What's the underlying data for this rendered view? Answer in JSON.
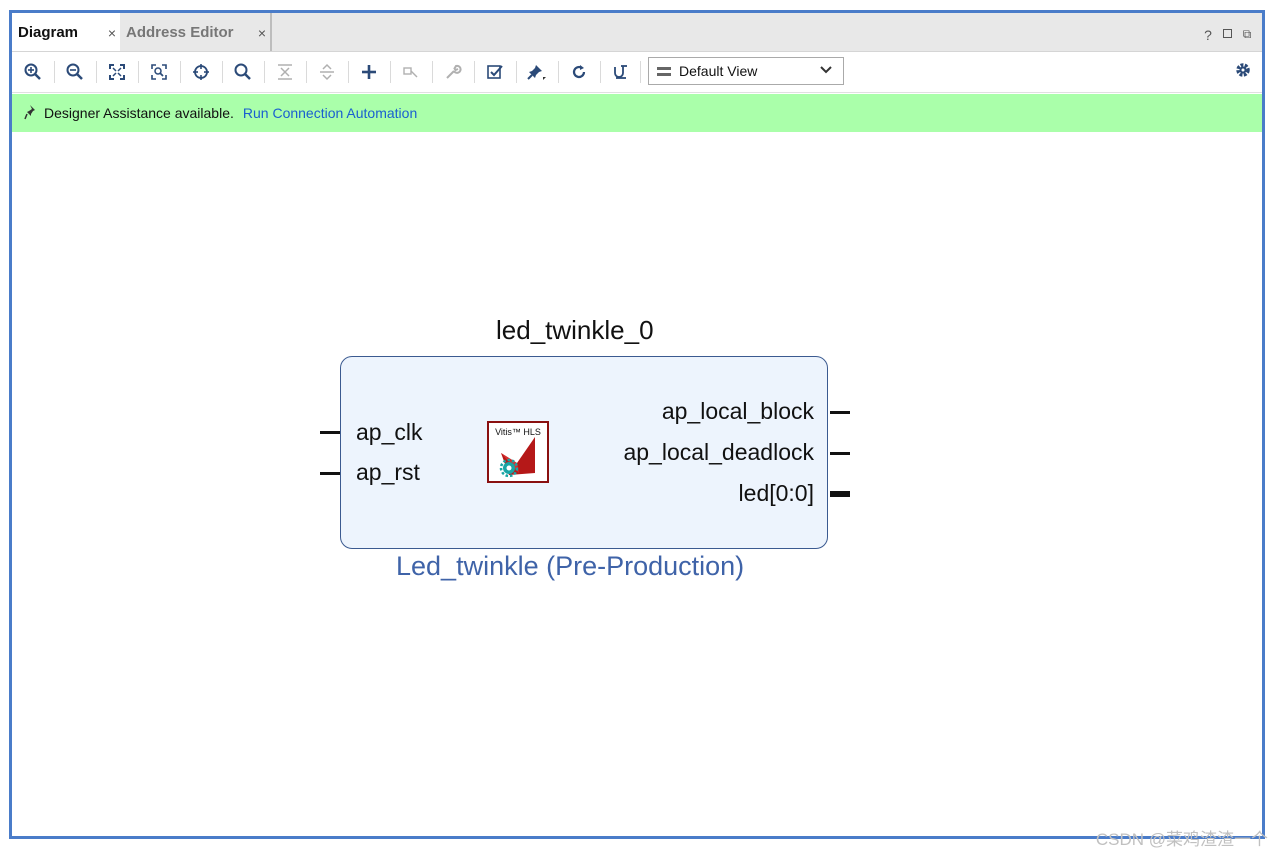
{
  "tabs": [
    {
      "label": "Diagram",
      "active": true
    },
    {
      "label": "Address Editor",
      "active": false
    }
  ],
  "tab_controls": {
    "help": "?",
    "maximize_icon": "square-icon",
    "restore_icon": "float-icon"
  },
  "toolbar": {
    "buttons": [
      {
        "name": "zoom-in",
        "icon": "zoom-in-icon"
      },
      {
        "name": "zoom-out",
        "icon": "zoom-out-icon"
      },
      {
        "name": "zoom-fit",
        "icon": "zoom-fit-icon"
      },
      {
        "name": "zoom-area",
        "icon": "zoom-area-icon"
      },
      {
        "name": "center",
        "icon": "crosshair-icon"
      },
      {
        "name": "search",
        "icon": "search-icon"
      },
      {
        "name": "collapse-all",
        "icon": "collapse-icon",
        "disabled": true
      },
      {
        "name": "expand-all",
        "icon": "expand-icon",
        "disabled": true
      },
      {
        "name": "add-ip",
        "icon": "plus-icon"
      },
      {
        "name": "make-connection",
        "icon": "connection-icon",
        "disabled": true
      },
      {
        "name": "properties",
        "icon": "wrench-icon",
        "disabled": true
      },
      {
        "name": "validate",
        "icon": "validate-icon"
      },
      {
        "name": "pin",
        "icon": "pin-icon"
      },
      {
        "name": "regenerate",
        "icon": "refresh-icon"
      },
      {
        "name": "route",
        "icon": "route-icon"
      }
    ],
    "view_select": "Default View",
    "settings_icon": "gear-icon"
  },
  "banner": {
    "message": "Designer Assistance available.",
    "link": "Run Connection Automation"
  },
  "block": {
    "instance_name": "led_twinkle_0",
    "type_label": "Led_twinkle (Pre-Production)",
    "logo_text": "Vitis™ HLS",
    "inputs": [
      "ap_clk",
      "ap_rst"
    ],
    "outputs": [
      "ap_local_block",
      "ap_local_deadlock",
      "led[0:0]"
    ]
  },
  "watermark": "CSDN @菜鸡渣渣一个"
}
